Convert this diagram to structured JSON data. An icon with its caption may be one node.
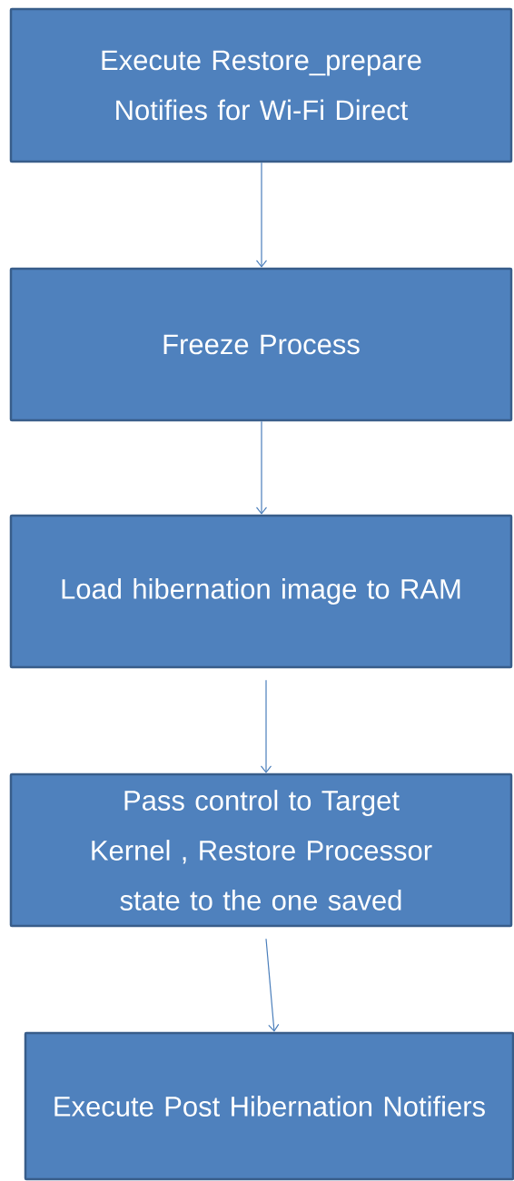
{
  "diagram": {
    "nodes": [
      {
        "text": [
          "Execute Restore_prepare Notifies for Wi-Fi Direct"
        ]
      },
      {
        "text": [
          "Freeze Process"
        ]
      },
      {
        "text": [
          "Load hibernation image to RAM"
        ]
      },
      {
        "text": [
          "Pass control to Target Kernel , Restore Processor state to the one saved"
        ]
      },
      {
        "text": [
          "Execute Post Hibernation Notifiers"
        ]
      }
    ],
    "edges": [
      {
        "from": 0,
        "to": 1,
        "arrow": "to"
      },
      {
        "from": 1,
        "to": 2,
        "arrow": "to"
      },
      {
        "from": 2,
        "to": 3,
        "arrow": "to"
      },
      {
        "from": 3,
        "to": 4,
        "arrow": "to"
      }
    ]
  }
}
